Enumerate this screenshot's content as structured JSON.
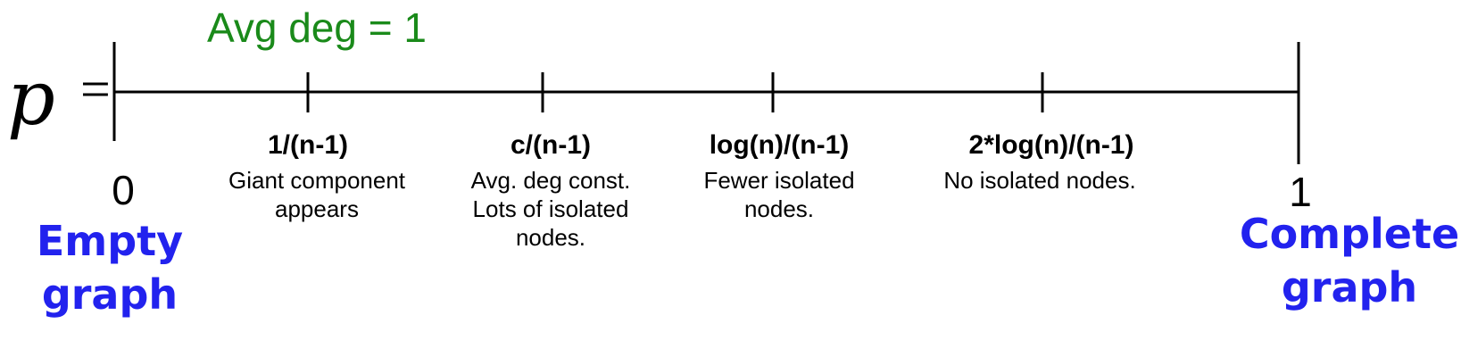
{
  "diagram": {
    "variable": "p",
    "equals": "=",
    "top_annotation": "Avg deg = 1",
    "start": {
      "value": "0",
      "name_lines": [
        "Empty",
        "graph"
      ]
    },
    "end": {
      "value": "1",
      "name_lines": [
        "Complete",
        "graph"
      ]
    },
    "ticks": [
      {
        "label": "1/(n-1)",
        "desc": [
          "Giant component",
          "appears"
        ]
      },
      {
        "label": "c/(n-1)",
        "desc": [
          "Avg. deg const.",
          "Lots of isolated",
          "nodes."
        ]
      },
      {
        "label": "log(n)/(n-1)",
        "desc": [
          "Fewer isolated",
          "nodes."
        ]
      },
      {
        "label": "2*log(n)/(n-1)",
        "desc": [
          "No isolated nodes."
        ]
      }
    ],
    "colors": {
      "annotation": "#1a8a1a",
      "endpoint_names": "#2222ee",
      "axis": "#000000"
    }
  }
}
